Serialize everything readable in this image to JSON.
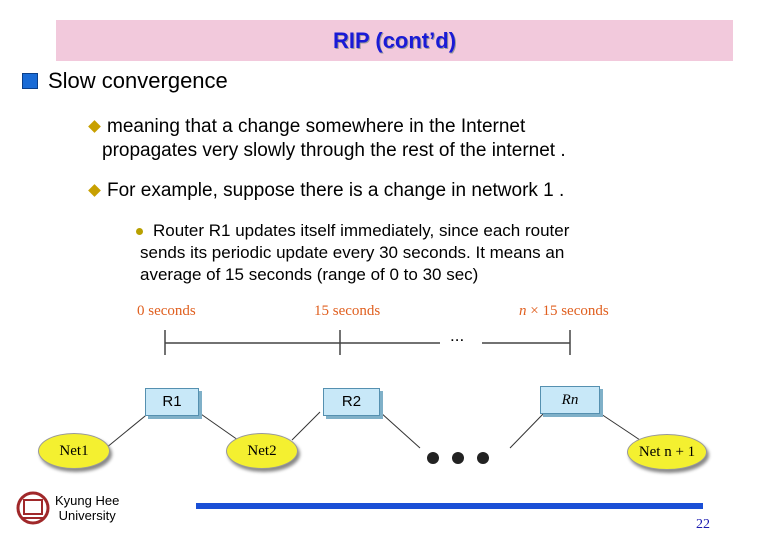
{
  "title": "RIP (cont’d)",
  "bullet1": "Slow convergence",
  "sub1_line1": "meaning that a change somewhere in the Internet",
  "sub1_line2": "propagates very slowly through the rest of the internet .",
  "sub2": "For example, suppose there is a change in network  1 .",
  "sub3_line1": "Router R1 updates itself immediately, since each router",
  "sub3_line2": "sends its periodic update every 30 seconds. It means an",
  "sub3_line3": "average of 15 seconds (range of 0 to 30 sec)",
  "timeline": {
    "t0": "0 seconds",
    "t15": "15 seconds",
    "tn_prefix": "n",
    "tn_rest": "× 15 seconds",
    "ellipsis": "..."
  },
  "routers": [
    "R1",
    "R2",
    "Rn"
  ],
  "networks": [
    "Net1",
    "Net2",
    "Net n + 1"
  ],
  "footer": {
    "line1": "Kyung Hee",
    "line2": "University"
  },
  "page_number": "22"
}
